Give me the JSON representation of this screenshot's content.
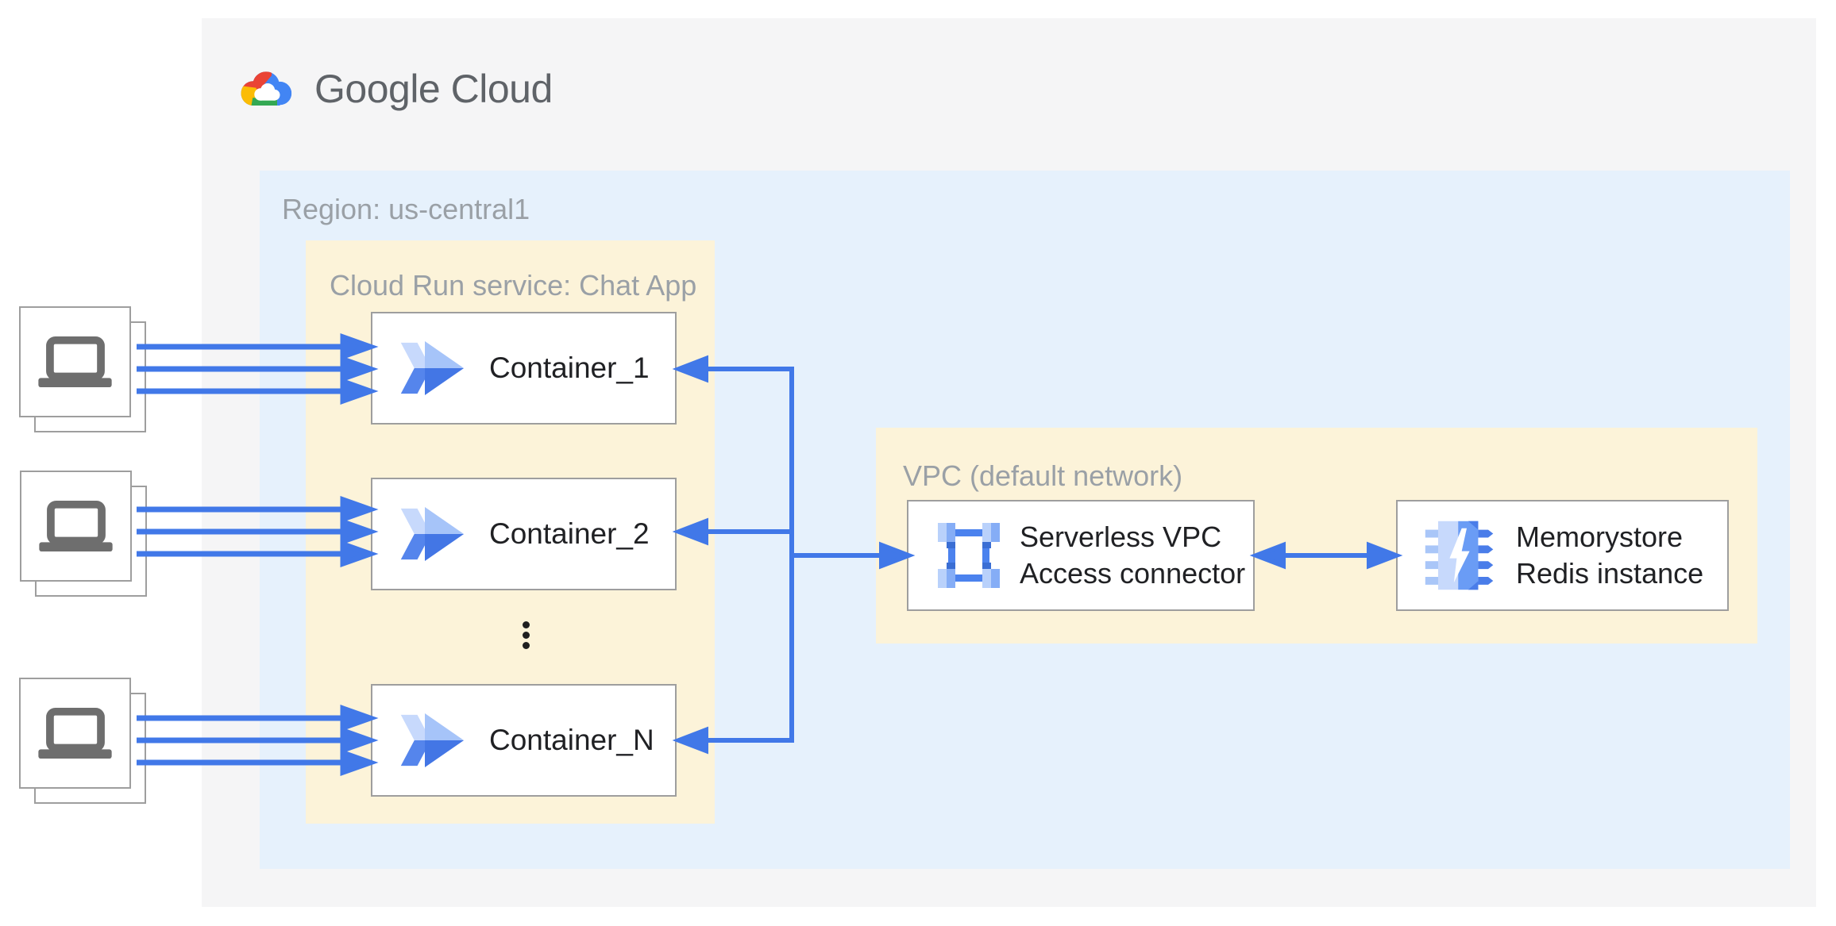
{
  "logo": {
    "text": "Google Cloud"
  },
  "region": {
    "label": "Region: us-central1"
  },
  "cloud_run": {
    "label": "Cloud Run service: Chat App",
    "containers": [
      {
        "label": "Container_1"
      },
      {
        "label": "Container_2"
      },
      {
        "label": "Container_N"
      }
    ],
    "ellipsis": "vertical-ellipsis"
  },
  "vpc": {
    "label": "VPC (default network)",
    "connector": {
      "line1": "Serverless VPC",
      "line2": "Access connector"
    },
    "memorystore": {
      "line1": "Memorystore",
      "line2": "Redis instance"
    }
  },
  "clients": {
    "count": 3,
    "icon": "laptop-icon",
    "arrows_per_client": 3
  },
  "icons": {
    "logo": "google-cloud-logo-icon",
    "container": "cloud-run-icon",
    "connector": "serverless-vpc-access-connector-icon",
    "memorystore": "memorystore-redis-icon"
  },
  "colors": {
    "arrow_blue": "#4178e8",
    "panel_bg": "#f5f5f6",
    "region_bg": "#e6f1fc",
    "zone_bg": "#fcf3d9",
    "node_border": "#9e9e9e",
    "label_gray": "#9aa0a6",
    "text_dark": "#202124",
    "laptop_gray": "#6e6e6e",
    "logo_text_gray": "#5f6368",
    "google_red": "#ea4335",
    "google_blue": "#4285f4",
    "google_yellow": "#fbbc05",
    "google_green": "#34a853",
    "icon_light_blue": "#c7d9fc",
    "icon_mid_blue": "#85adf6",
    "icon_dark_blue": "#4a7dea"
  }
}
